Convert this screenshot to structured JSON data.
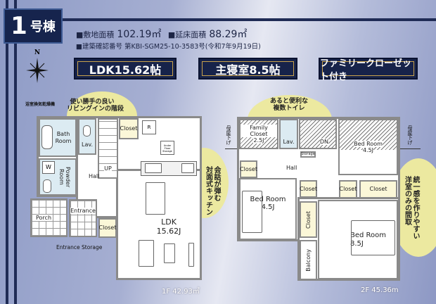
{
  "header": {
    "building_number": "1",
    "building_suffix": "号棟",
    "site_area_label": "■敷地面積",
    "site_area": "102.19㎡",
    "floor_area_label": "■延床面積",
    "floor_area": "88.29㎡",
    "permit_label": "■建築確認番号",
    "permit_value": "第KBI-SGM25-10-3583号(令和7年9月19日)"
  },
  "compass": {
    "label": "N"
  },
  "badges": [
    "LDK15.62帖",
    "主寝室8.5帖",
    "ファミリークローゼット付き"
  ],
  "colors": {
    "navy": "#16244d",
    "gold": "#c9a24c",
    "callout": "#ece9a0",
    "wet": "#dcebf2",
    "closet": "#fbf7d8"
  },
  "floor1": {
    "note_dryer": "浴室換気乾燥機",
    "callout_stairs": [
      "使い勝手の良い",
      "リビングインの階段"
    ],
    "callout_kitchen": [
      "会話が弾む",
      "対面式キッチン"
    ],
    "rooms": {
      "bath": "Bath Room",
      "lav": "Lav.",
      "closet_top": "Closet",
      "powder": "Powder Room",
      "washer": "W",
      "hall": "Hall",
      "up": "UP",
      "porch": "Porch",
      "entrance": "Entrance",
      "closet_low": "Closet",
      "entrance_storage": "Entrance Storage",
      "under_floor": "Under Floor Storage",
      "fridge": "R",
      "ldk": "LDK",
      "ldk_size": "15.62J"
    },
    "area": "1F 42.93㎡"
  },
  "floor2": {
    "callout_toilet": [
      "あると便利な",
      "複数トイレ"
    ],
    "callout_rooms": [
      "統一感を作りやすい",
      "洋室のみの間取"
    ],
    "roof_note": "母屋下げ",
    "rooms": {
      "family_closet": "Family Closet",
      "family_closet_size": "2.5J",
      "lav": "Lav.",
      "dn": "DN",
      "storage": "Storage",
      "hall": "Hall",
      "bed_ne": "Bed Room",
      "bed_ne_size": "4.5J",
      "closet_w": "Closet",
      "bed_w": "Bed Room",
      "bed_w_size": "4.5J",
      "closet_mid": "Closet",
      "closet_vert": "Closet",
      "balcony": "Balcony",
      "closet_e1": "Closet",
      "closet_e2": "Closet",
      "bed_main": "Bed Room",
      "bed_main_size": "8.5J"
    },
    "area": "2F 45.36m"
  }
}
